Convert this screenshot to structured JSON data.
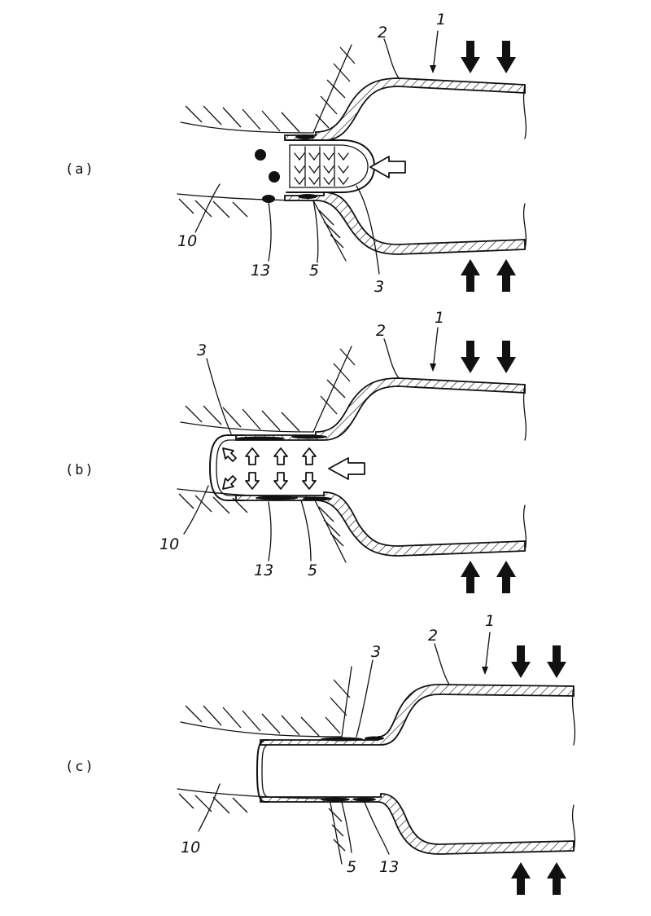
{
  "panels": [
    {
      "label": "(a)",
      "refs": {
        "pipe": "1",
        "wall": "2",
        "bag": "3",
        "adhesive": "5",
        "branch": "10",
        "seal": "13"
      }
    },
    {
      "label": "(b)",
      "refs": {
        "pipe": "1",
        "wall": "2",
        "bag": "3",
        "adhesive": "5",
        "branch": "10",
        "seal": "13"
      }
    },
    {
      "label": "(c)",
      "refs": {
        "pipe": "1",
        "wall": "2",
        "bag": "3",
        "adhesive": "5",
        "branch": "10",
        "seal": "13"
      }
    }
  ]
}
